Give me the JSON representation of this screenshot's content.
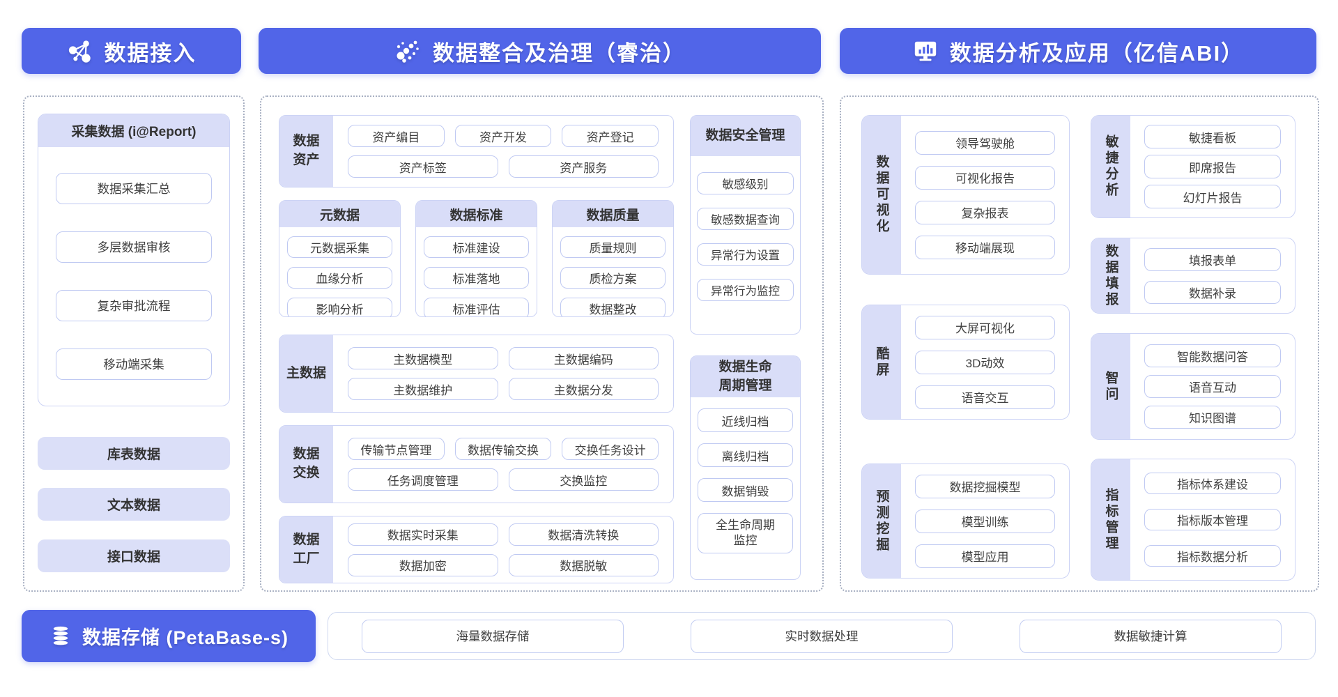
{
  "colors": {
    "primary_blue": "#5165e8",
    "lavender": "#d9ddf8",
    "chip_border": "#bfc9f2",
    "group_border": "#ccd3f5",
    "dotted_border": "#a8b0c2"
  },
  "headers": {
    "access": "数据接入",
    "governance": "数据整合及治理（睿治）",
    "analysis": "数据分析及应用（亿信ABI）"
  },
  "access": {
    "card_title": "采集数据 (i@Report)",
    "card_items": [
      "数据采集汇总",
      "多层数据审核",
      "复杂审批流程",
      "移动端采集"
    ],
    "bars": [
      "库表数据",
      "文本数据",
      "接口数据"
    ]
  },
  "governance": {
    "asset": {
      "label": "数据\n资产",
      "row1": [
        "资产编目",
        "资产开发",
        "资产登记"
      ],
      "row2": [
        "资产标签",
        "资产服务"
      ]
    },
    "meta": {
      "title": "元数据",
      "items": [
        "元数据采集",
        "血缘分析",
        "影响分析"
      ]
    },
    "standard": {
      "title": "数据标准",
      "items": [
        "标准建设",
        "标准落地",
        "标准评估"
      ]
    },
    "quality": {
      "title": "数据质量",
      "items": [
        "质量规则",
        "质检方案",
        "数据整改"
      ]
    },
    "master": {
      "label": "主数据",
      "row1": [
        "主数据模型",
        "主数据编码"
      ],
      "row2": [
        "主数据维护",
        "主数据分发"
      ]
    },
    "exchange": {
      "label": "数据\n交换",
      "row1": [
        "传输节点管理",
        "数据传输交换",
        "交换任务设计"
      ],
      "row2": [
        "任务调度管理",
        "交换监控"
      ]
    },
    "factory": {
      "label": "数据\n工厂",
      "row1": [
        "数据实时采集",
        "数据清洗转换"
      ],
      "row2": [
        "数据加密",
        "数据脱敏"
      ]
    },
    "security": {
      "title": "数据安全管理",
      "items": [
        "敏感级别",
        "敏感数据查询",
        "异常行为设置",
        "异常行为监控"
      ]
    },
    "lifecycle": {
      "title": "数据生命\n周期管理",
      "items": [
        "近线归档",
        "离线归档",
        "数据销毁",
        "全生命周期\n监控"
      ]
    }
  },
  "analysis": {
    "visual": {
      "label": "数据可视化",
      "items": [
        "领导驾驶舱",
        "可视化报告",
        "复杂报表",
        "移动端展现"
      ]
    },
    "coolscreen": {
      "label": "酷屏",
      "items": [
        "大屏可视化",
        "3D动效",
        "语音交互"
      ]
    },
    "mining": {
      "label": "预测挖掘",
      "items": [
        "数据挖掘模型",
        "模型训练",
        "模型应用"
      ]
    },
    "agile": {
      "label": "敏捷分析",
      "items": [
        "敏捷看板",
        "即席报告",
        "幻灯片报告"
      ]
    },
    "filling": {
      "label": "数据填报",
      "items": [
        "填报表单",
        "数据补录"
      ]
    },
    "zhiwen": {
      "label": "智问",
      "items": [
        "智能数据问答",
        "语音互动",
        "知识图谱"
      ]
    },
    "indicator": {
      "label": "指标管理",
      "items": [
        "指标体系建设",
        "指标版本管理",
        "指标数据分析"
      ]
    }
  },
  "storage": {
    "title": "数据存储 (PetaBase-s)",
    "items": [
      "海量数据存储",
      "实时数据处理",
      "数据敏捷计算"
    ]
  }
}
